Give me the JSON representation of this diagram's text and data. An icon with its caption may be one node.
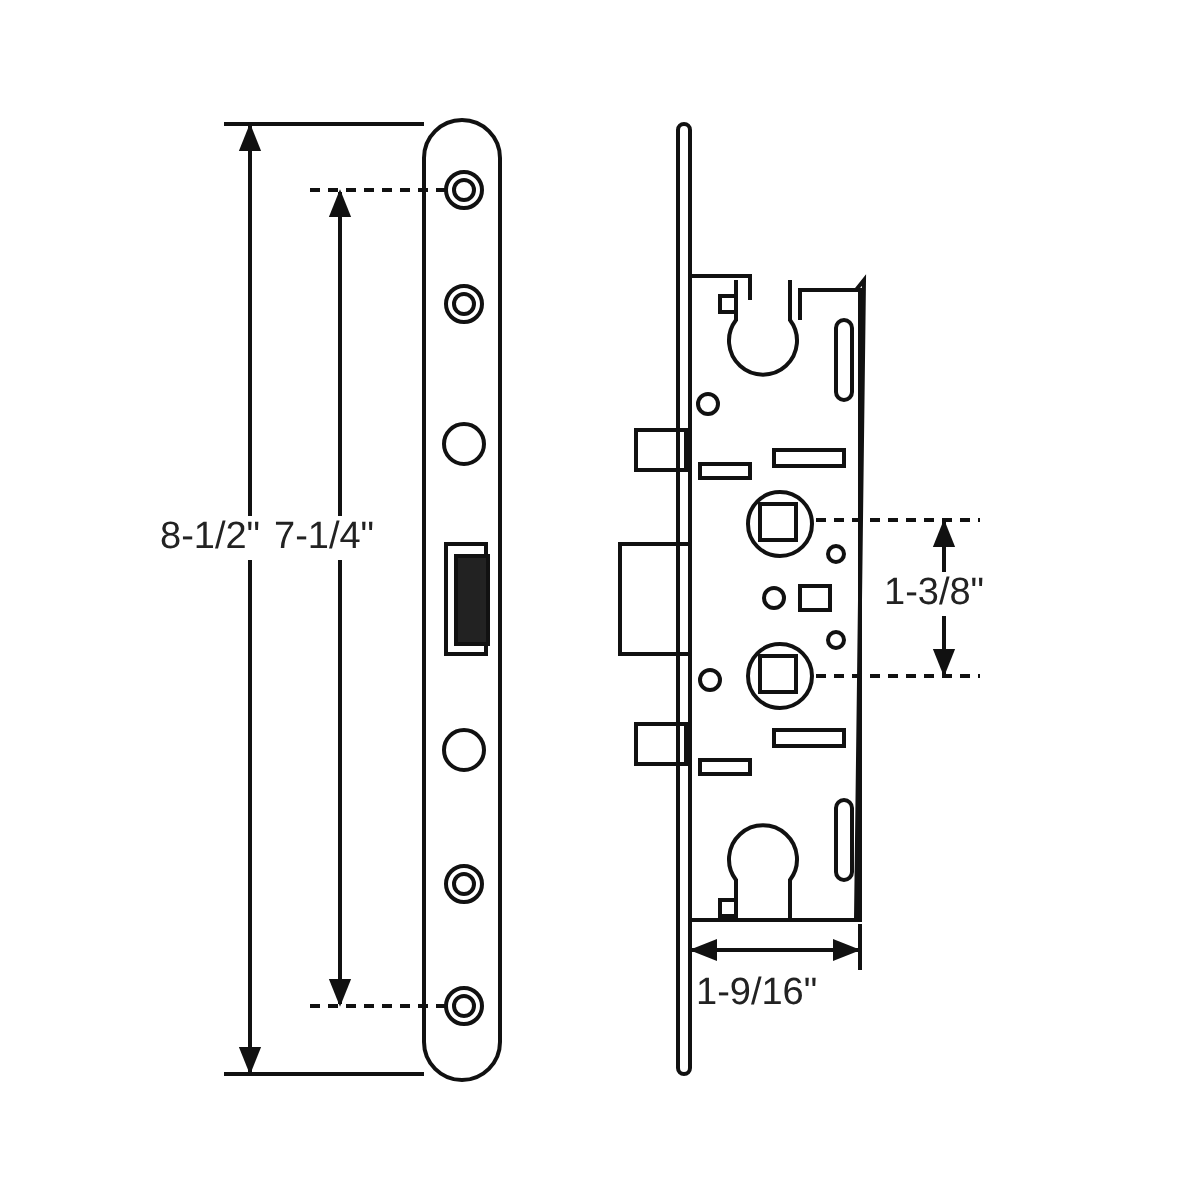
{
  "diagram": {
    "labels": [
      "8-1/2\"",
      "7-1/4\"",
      "1-3/8\"",
      "1-9/16\""
    ]
  }
}
